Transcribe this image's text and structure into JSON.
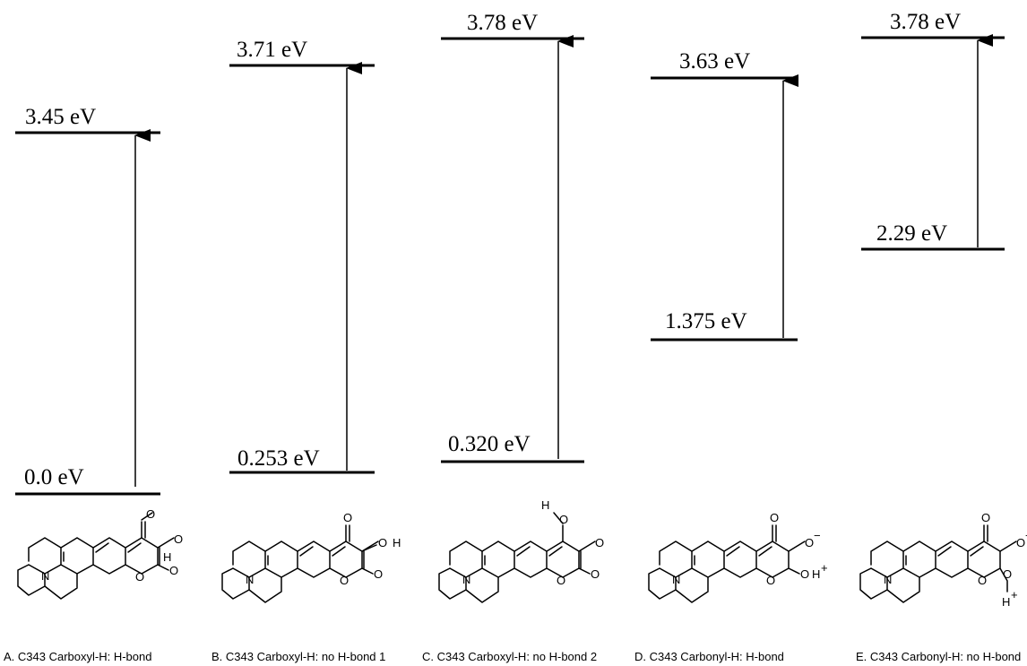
{
  "panels": [
    {
      "id": "A",
      "caption": "A. C343 Carboxyl-H: H-bond",
      "levels": [
        {
          "label": "3.45 eV"
        },
        {
          "label": "0.0 eV"
        }
      ],
      "atoms": {
        "n": "N",
        "o1": "O",
        "o2": "O",
        "o3": "O",
        "o4": "O",
        "h": "H"
      }
    },
    {
      "id": "B",
      "caption": "B. C343 Carboxyl-H: no H-bond 1",
      "levels": [
        {
          "label": "3.71 eV"
        },
        {
          "label": "0.253 eV"
        }
      ],
      "atoms": {
        "n": "N",
        "o1": "O",
        "o2": "O",
        "o3": "O",
        "o4": "O",
        "h": "H"
      }
    },
    {
      "id": "C",
      "caption": "C. C343 Carboxyl-H: no H-bond 2",
      "levels": [
        {
          "label": "3.78 eV"
        },
        {
          "label": "0.320 eV"
        }
      ],
      "atoms": {
        "n": "N",
        "o1": "O",
        "o2": "O",
        "o3": "O",
        "o4": "O",
        "h": "H"
      }
    },
    {
      "id": "D",
      "caption": "D. C343 Carbonyl-H: H-bond",
      "levels": [
        {
          "label": "3.63 eV"
        },
        {
          "label": "1.375 eV"
        }
      ],
      "atoms": {
        "n": "N",
        "o1": "O",
        "o2": "O",
        "o3": "O",
        "o4": "O",
        "h": "H",
        "charge_neg": "−",
        "charge_pos": "+"
      }
    },
    {
      "id": "E",
      "caption": "E. C343 Carbonyl-H: no H-bond",
      "levels": [
        {
          "label": "3.78 eV"
        },
        {
          "label": "2.29 eV"
        }
      ],
      "atoms": {
        "n": "N",
        "o1": "O",
        "o2": "O",
        "o3": "O",
        "o4": "O",
        "h": "H",
        "charge_neg": "−",
        "charge_pos": "+"
      }
    }
  ]
}
